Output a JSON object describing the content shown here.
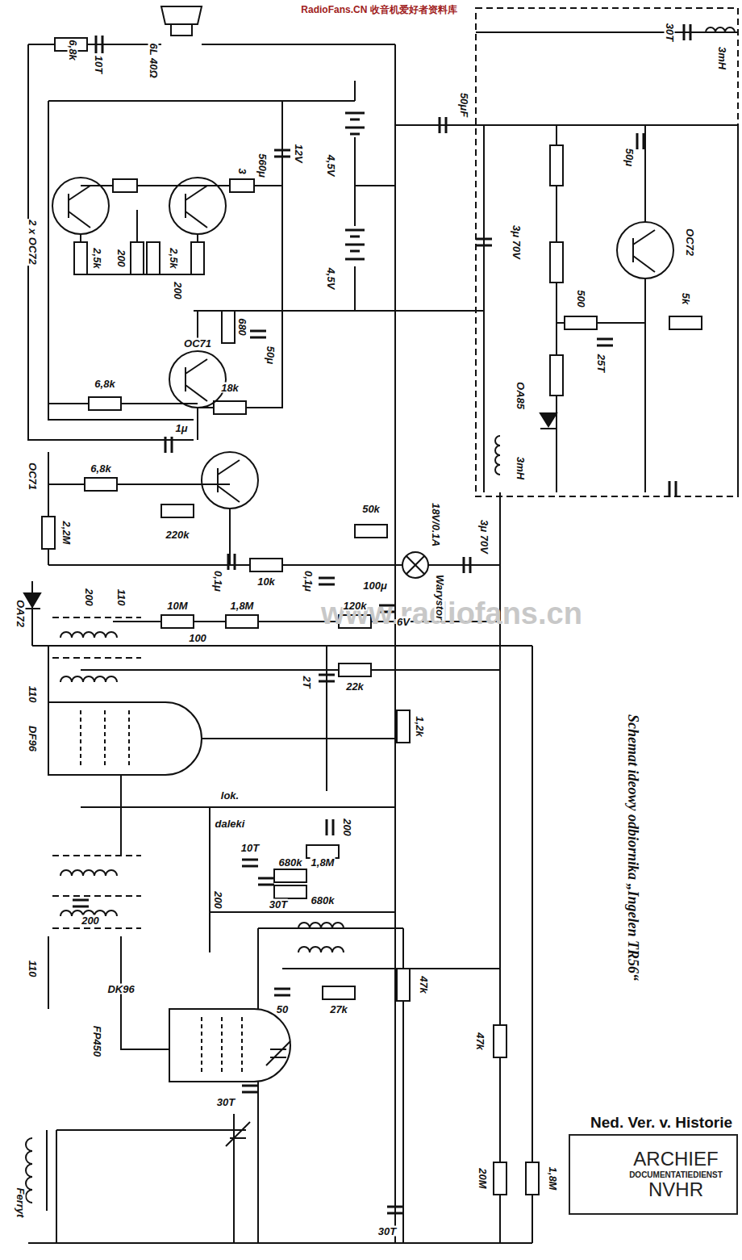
{
  "diagram": {
    "title": "Schemat ideowy odbiornika „Ingelen TR56“",
    "nodes": [
      {
        "text": [
          "ARCHIEF",
          "DOCUMENTATIEDIENST",
          "NVHR"
        ]
      }
    ],
    "labels": [
      "RadioFans.CN 收音机爱好者资料库",
      "6,8k",
      "10T",
      "6L 40Ω",
      "2 x OC72",
      "3",
      "560μ",
      "12V",
      "4,5V",
      "4,5V",
      "50μF",
      "30T",
      "3mH",
      "50μ",
      "2,5k",
      "200",
      "2,5k",
      "200",
      "3μ 70V",
      "OC72",
      "500",
      "5k",
      "25T",
      "680",
      "50μ",
      "OC71",
      "6,8k",
      "18k",
      "OA85",
      "3mH",
      "OC71",
      "1μ",
      "6,8k",
      "220k",
      "2,2M",
      "18V/0.1A",
      "50k",
      "0,1μ",
      "10k",
      "3μ 70V",
      "OA72",
      "200",
      "110",
      "10M",
      "100",
      "1,8M",
      "0,1μ",
      "120k",
      "100μ",
      "6V",
      "Warystor",
      "110",
      "DF96",
      "2T",
      "22k",
      "1,2k",
      "lok.",
      "daleki",
      "200",
      "1,8M",
      "10T",
      "680k",
      "30T",
      "680k",
      "200",
      "200",
      "110",
      "DK96",
      "FP450",
      "50",
      "27k",
      "47k",
      "47k",
      "30T",
      "Ferryt",
      "30T",
      "20M",
      "1,8M",
      "www.radiofans.cn",
      "Ned. Ver. v. Historie"
    ]
  }
}
